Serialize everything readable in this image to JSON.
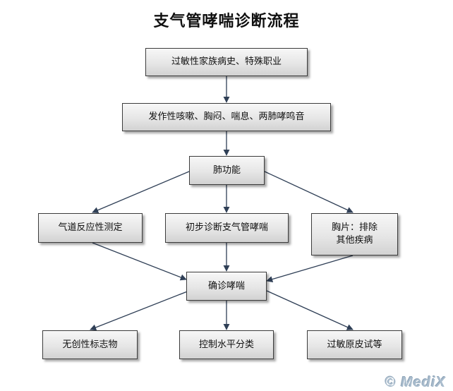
{
  "title": "支气管哮喘诊断流程",
  "nodes": {
    "history": "过敏性家族病史、特殊职业",
    "symptoms": "发作性咳嗽、胸闷、喘息、两肺哮鸣音",
    "lung_function": "肺功能",
    "airway_test": "气道反应性测定",
    "initial_diagnosis": "初步诊断支气管哮喘",
    "chest_film_line1": "胸片：排除",
    "chest_film_line2": "其他疾病",
    "confirm": "确诊哮喘",
    "noninvasive_markers": "无创性标志物",
    "control_level": "控制水平分类",
    "allergen_test": "过敏原皮试等"
  },
  "watermark": "© MediX"
}
